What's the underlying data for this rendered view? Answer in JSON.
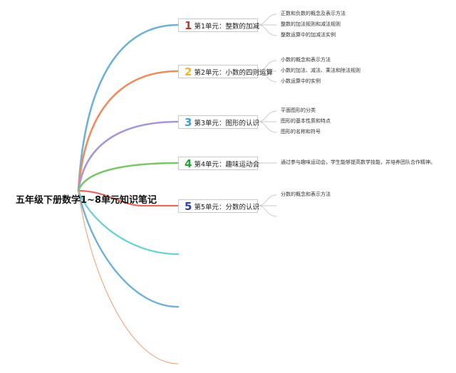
{
  "root": {
    "title": "五年级下册数学1~8单元知识笔记"
  },
  "units": [
    {
      "num": "1",
      "label": "第1单元：整数的加减",
      "color": "#c0392b",
      "branch_color": "#6db1d9",
      "leaves": [
        "正数和负数的概念及表示方法",
        "整数的加法规则和减法规则",
        "整数运算中的加减法实例"
      ]
    },
    {
      "num": "2",
      "label": "第2单元：小数的四则运算",
      "color": "#f0b429",
      "branch_color": "#ef8b5c",
      "leaves": [
        "小数的概念和表示方法",
        "小数的加法、减法、乘法和除法规则",
        "小数运算中的实例"
      ]
    },
    {
      "num": "3",
      "label": "第3单元：图形的认识",
      "color": "#3a9bd5",
      "branch_color": "#a796d6",
      "leaves": [
        "平面图形的分类",
        "图形的基本性质和特点",
        "图形的名称和符号"
      ]
    },
    {
      "num": "4",
      "label": "第4单元：趣味运动会",
      "color": "#2e9e3a",
      "branch_color": "#7bc66b",
      "leaves": [
        "通过参与趣味运动会，学生能够提高数学技能，并培养团队合作精神。"
      ]
    },
    {
      "num": "5",
      "label": "第5单元：分数的认识",
      "color": "#2b3f9e",
      "branch_color": "#e36a5e",
      "leaves": [
        "分数的概念和表示方法",
        "",
        ""
      ]
    }
  ],
  "empty_branches": [
    {
      "color": "#6fd3d3"
    },
    {
      "color": "#6db1d9"
    },
    {
      "color": "#f2a27e"
    }
  ]
}
